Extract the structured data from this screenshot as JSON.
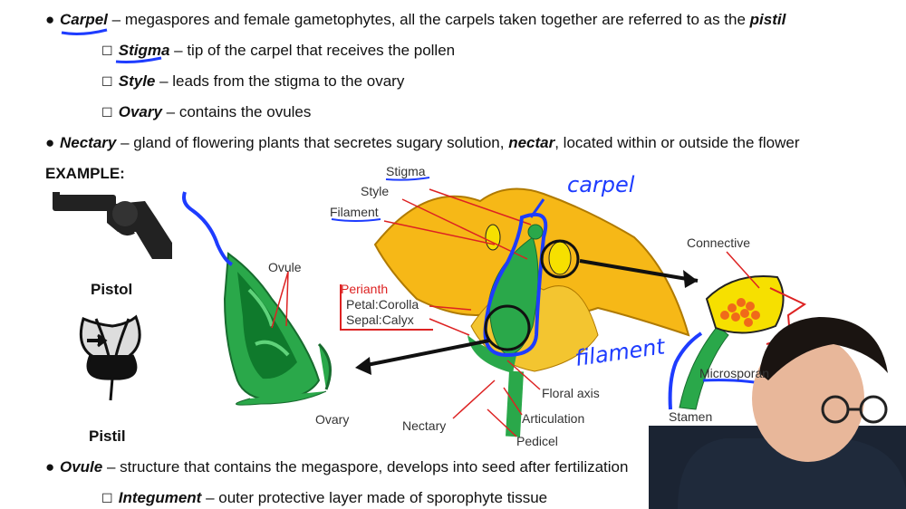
{
  "bullets": {
    "carpel": {
      "term": "Carpel",
      "text": " – megaspores and female gametophytes, all the carpels taken together are referred to as the ",
      "term2": "pistil"
    },
    "stigma": {
      "term": "Stigma",
      "text": " – tip of the carpel that receives the pollen"
    },
    "style": {
      "term": "Style",
      "text": " – leads from the stigma to the ovary"
    },
    "ovary": {
      "term": "Ovary",
      "text": " – contains the ovules"
    },
    "nectary": {
      "term": "Nectary",
      "text": " – gland of flowering plants that secretes sugary solution, ",
      "term2": "nectar",
      "text2": ", located within or outside the flower"
    },
    "ovule": {
      "term": "Ovule",
      "text": " – structure that contains the megaspore, develops into seed after fertilization"
    },
    "integument": {
      "term": "Integument",
      "text": " – outer protective layer made of sporophyte tissue"
    }
  },
  "example_label": "EXAMPLE:",
  "left_labels": {
    "pistol": "Pistol",
    "pistil": "Pistil"
  },
  "diagram_labels": {
    "ovule": "Ovule",
    "ovary": "Ovary",
    "stigma": "Stigma",
    "style": "Style",
    "filament": "Filament",
    "perianth": "Perianth",
    "petal": "Petal:Corolla",
    "sepal": "Sepal:Calyx",
    "nectary": "Nectary",
    "floral_axis": "Floral axis",
    "articulation": "Articulation",
    "pedicel": "Pedicel",
    "connective": "Connective",
    "microsporangium": "Microsporan",
    "stamen": "Stamen"
  },
  "handwriting": {
    "carpel": "carpel",
    "filament": "filament"
  },
  "colors": {
    "ink_blue": "#1e3cff",
    "leaf_green": "#2aa84a",
    "petal_yellow": "#f6b817",
    "label_red": "#d22222"
  }
}
